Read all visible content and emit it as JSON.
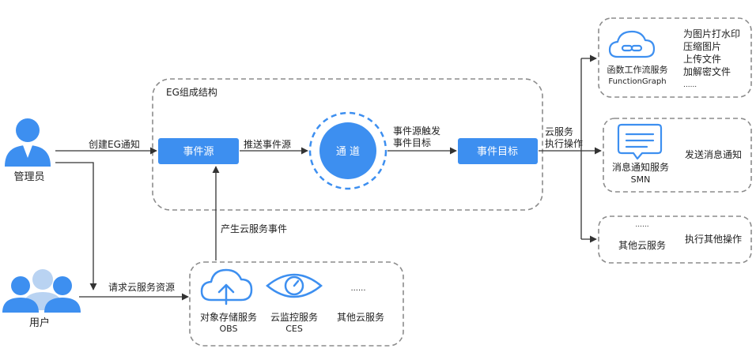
{
  "roles": {
    "admin": "管理员",
    "user": "用户"
  },
  "eg": {
    "title": "EG组成结构",
    "event_source": "事件源",
    "channel": "通 道",
    "event_target": "事件目标"
  },
  "edges": {
    "create_notice": "创建EG通知",
    "push_event_source": "推送事件源",
    "trigger_line1": "事件源触发",
    "trigger_line2": "事件目标",
    "produce_event": "产生云服务事件",
    "request_resource": "请求云服务资源",
    "cloud_op_line1": "云服务",
    "cloud_op_line2": "执行操作"
  },
  "sources": {
    "obs": {
      "name": "对象存储服务",
      "code": "OBS"
    },
    "ces": {
      "name": "云监控服务",
      "code": "CES"
    },
    "ellipsis": "......",
    "other": "其他云服务"
  },
  "targets": {
    "functiongraph": {
      "name": "函数工作流服务",
      "code": "FunctionGraph",
      "actions": [
        "为图片打水印",
        "压缩图片",
        "上传文件",
        "加解密文件",
        "......"
      ]
    },
    "smn": {
      "name": "消息通知服务",
      "code": "SMN",
      "action": "发送消息通知"
    },
    "other": {
      "ellipsis": "......",
      "name": "其他云服务",
      "action": "执行其他操作"
    }
  },
  "colors": {
    "primary": "#3d8ff0",
    "dash": "#8c8c8c",
    "person_light": "#b9d3f2"
  }
}
